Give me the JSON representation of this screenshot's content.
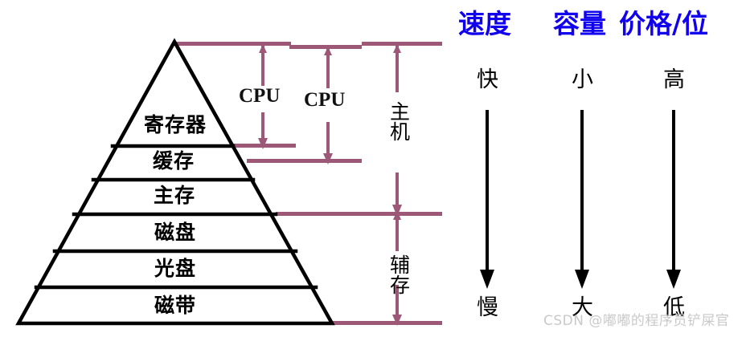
{
  "diagram": {
    "title_implied": "存储器层次结构金字塔",
    "pyramid": {
      "tiers": [
        {
          "label": "寄存器"
        },
        {
          "label": "缓存"
        },
        {
          "label": "主存"
        },
        {
          "label": "磁盘"
        },
        {
          "label": "光盘"
        },
        {
          "label": "磁带"
        }
      ]
    },
    "brackets": [
      {
        "label": "CPU"
      },
      {
        "label": "CPU"
      },
      {
        "label": "主机"
      },
      {
        "label": "辅存"
      }
    ],
    "columns": [
      {
        "header": "速度",
        "top": "快",
        "bottom": "慢"
      },
      {
        "header": "容量",
        "top": "小",
        "bottom": "大"
      },
      {
        "header": "价格/位",
        "top": "高",
        "bottom": "低"
      }
    ],
    "watermark": "CSDN @嘟嘟的程序员铲屎官",
    "colors": {
      "pyramid_stroke": "#000000",
      "bracket": "#9d5878",
      "header_text": "#1100ee",
      "body_text": "#000000",
      "watermark_text": "#c9c9c9",
      "background": "#ffffff"
    }
  }
}
